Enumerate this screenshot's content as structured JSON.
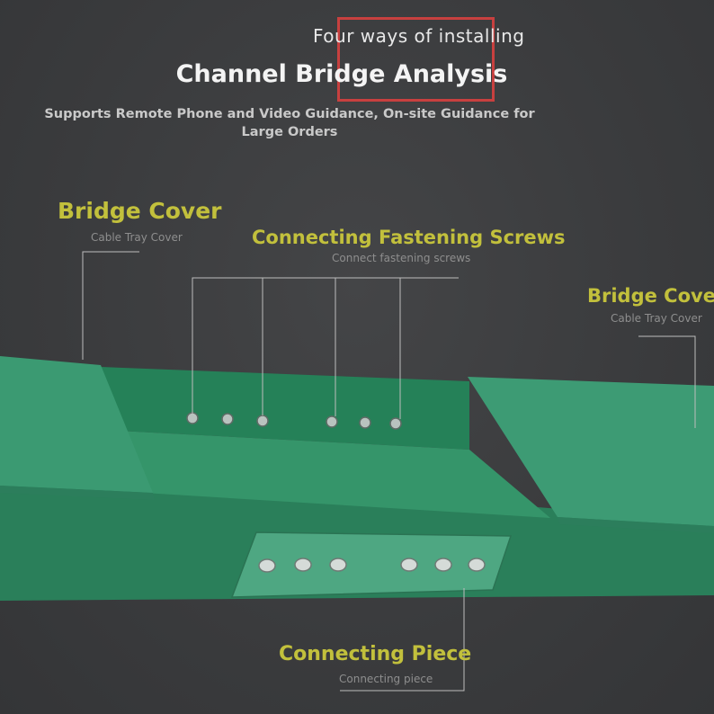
{
  "header": {
    "top_caption": "Four ways of installing",
    "title": "Channel Bridge Analysis",
    "subtitle": "Supports Remote Phone and Video Guidance, On-site Guidance for Large Orders"
  },
  "labels": {
    "bridge_cover_left": {
      "title": "Bridge Cover",
      "sub": "Cable Tray Cover"
    },
    "screws": {
      "title": "Connecting Fastening Screws",
      "sub": "Connect fastening screws"
    },
    "bridge_cover_right": {
      "title": "Bridge Cover",
      "sub": "Cable Tray Cover"
    },
    "connecting_piece": {
      "title": "Connecting Piece",
      "sub": "Connecting piece"
    }
  },
  "colors": {
    "background": "#3a3b3d",
    "tray_green": "#2f8a63",
    "label_gold": "#c2c03c",
    "frame_red": "#c8403f"
  }
}
